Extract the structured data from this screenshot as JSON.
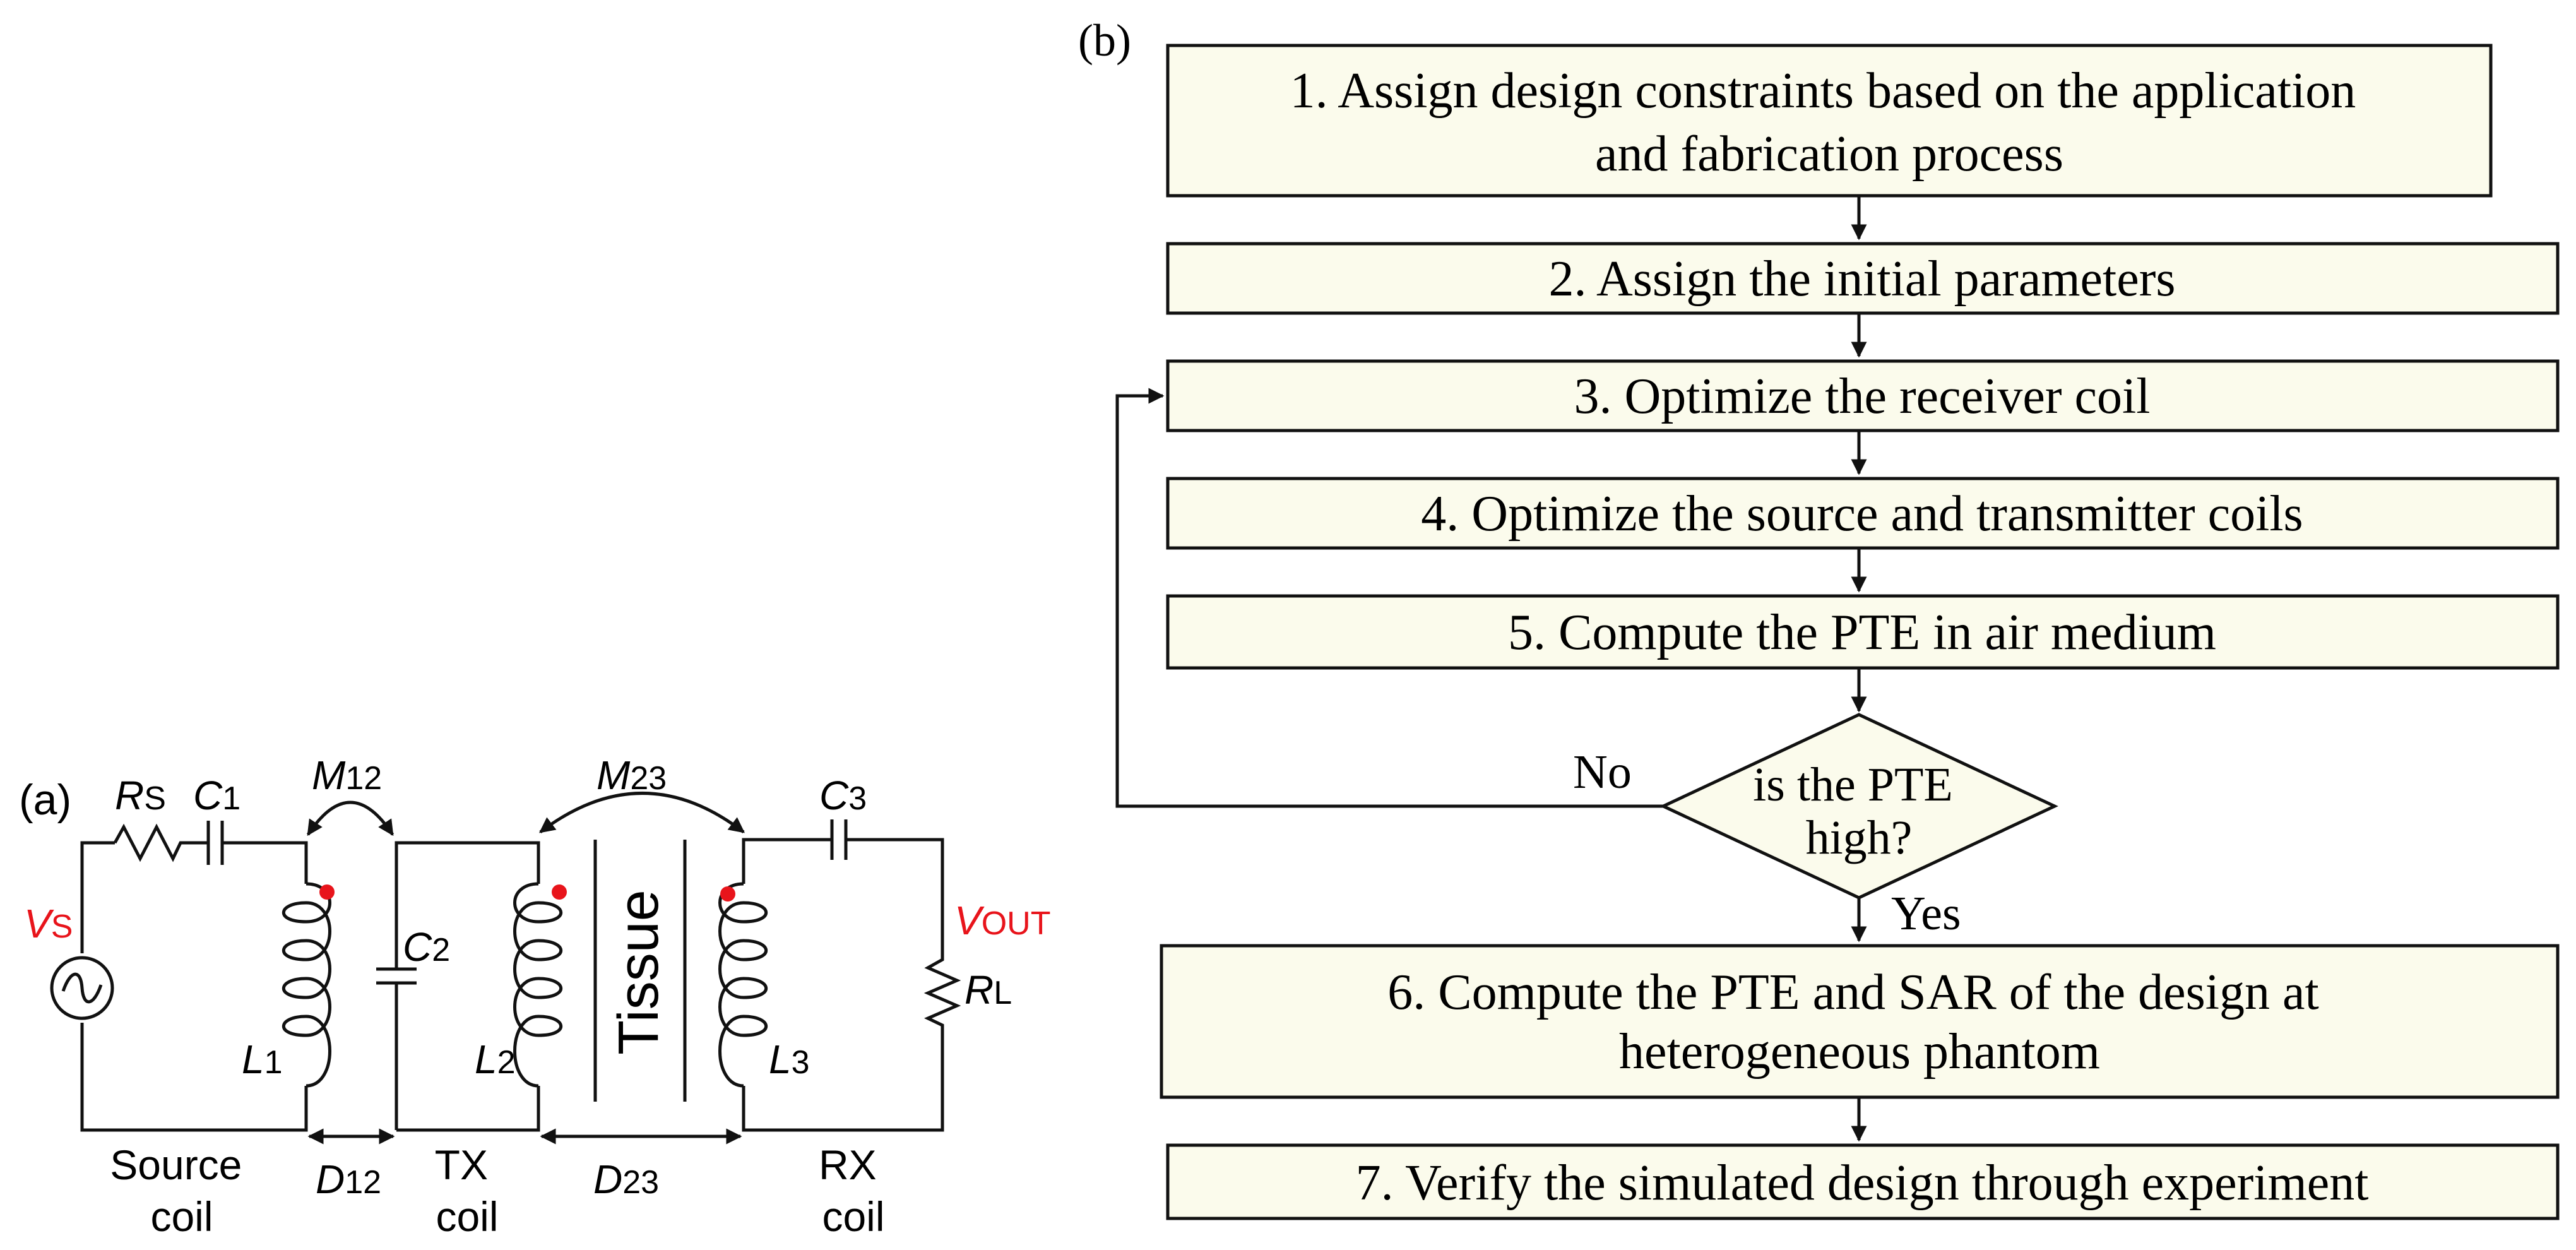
{
  "panel_a": {
    "label": "(a)",
    "source_voltage": {
      "main": "V",
      "sub": "S"
    },
    "source_resistor": {
      "main": "R",
      "sub": "S"
    },
    "cap1": {
      "main": "C",
      "sub": "1"
    },
    "mutual12": {
      "main": "M",
      "sub": "12"
    },
    "mutual23": {
      "main": "M",
      "sub": "23"
    },
    "cap3": {
      "main": "C",
      "sub": "3"
    },
    "output_voltage": {
      "main": "V",
      "sub": "OUT"
    },
    "inductor1": {
      "main": "L",
      "sub": "1"
    },
    "cap2": {
      "main": "C",
      "sub": "2"
    },
    "inductor2": {
      "main": "L",
      "sub": "2"
    },
    "tissue": "Tissue",
    "inductor3": {
      "main": "L",
      "sub": "3"
    },
    "load_resistor": {
      "main": "R",
      "sub": "L"
    },
    "distance12": {
      "main": "D",
      "sub": "12"
    },
    "distance23": {
      "main": "D",
      "sub": "23"
    },
    "source_coil": [
      "Source",
      "coil"
    ],
    "tx_coil": [
      "TX",
      "coil"
    ],
    "rx_coil": [
      "RX",
      "coil"
    ],
    "colors": {
      "highlight": "#e8141b",
      "line": "#111111"
    }
  },
  "panel_b": {
    "label": "(b)",
    "steps": {
      "s1": [
        "1. Assign design constraints based on the application",
        "and fabrication process"
      ],
      "s2": "2. Assign the initial parameters",
      "s3": "3. Optimize the receiver coil",
      "s4": "4. Optimize the source and transmitter coils",
      "s5": "5. Compute the PTE in air medium",
      "s6": [
        "6. Compute the PTE and SAR of the design at",
        "heterogeneous phantom"
      ],
      "s7": "7. Verify the simulated design through experiment"
    },
    "decision": [
      "is the PTE",
      "high?"
    ],
    "no_label": "No",
    "yes_label": "Yes",
    "colors": {
      "box_fill": "#fbfbec"
    }
  }
}
